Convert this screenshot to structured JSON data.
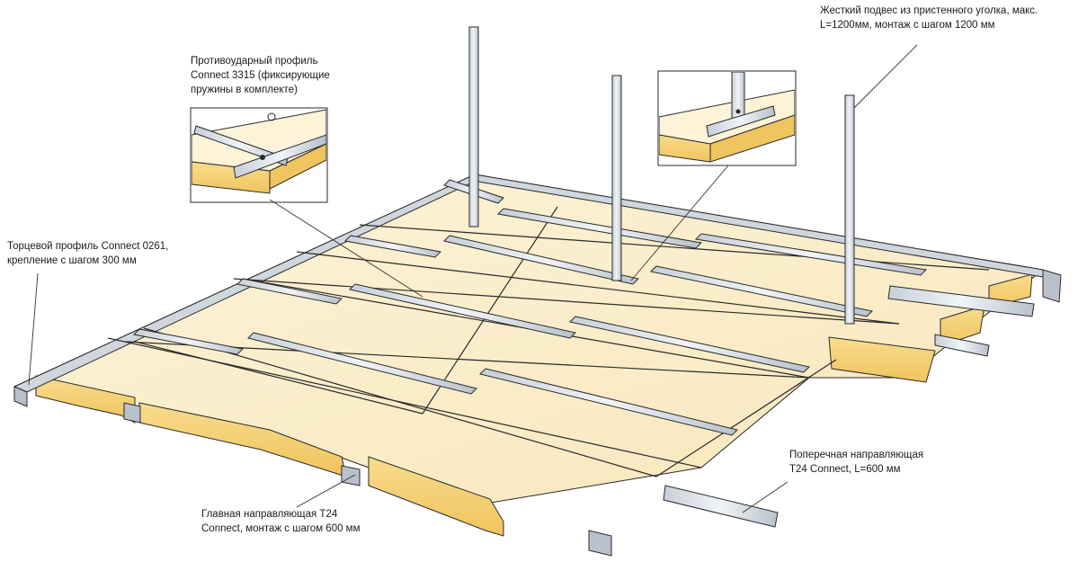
{
  "labels": {
    "protect_profile": "Противоударный профиль\nConnect 3315 (фиксирующие\nпружины в комплекте)",
    "rigid_hanger": "Жесткий подвес из пристенного уголка, макс.\nL=1200мм, монтаж с шагом 1200 мм",
    "end_profile": "Торцевой профиль Connect 0261,\nкрепление с шагом 300 мм",
    "cross_tee": "Поперечная направляющая\nT24 Connect, L=600 мм",
    "main_runner": "Главная направляющая T24\nConnect, монтаж с шагом 600 мм"
  },
  "colors": {
    "panel_face": "#fbeecb",
    "panel_edge": "#f2c96a",
    "panel_edge_light": "#fae39f",
    "metal": "#dfe5ec",
    "metal_dark": "#a9b3bf",
    "outline": "#2a2a2a",
    "leader": "#333333"
  }
}
